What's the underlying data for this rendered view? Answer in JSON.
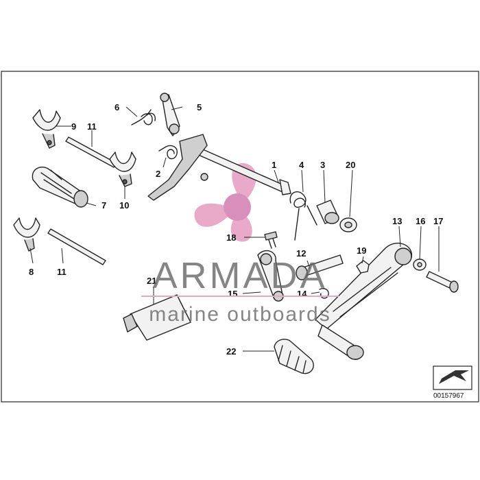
{
  "diagram": {
    "callouts": [
      "1",
      "2",
      "3",
      "4",
      "5",
      "6",
      "7",
      "8",
      "9",
      "10",
      "11",
      "11",
      "12",
      "13",
      "14",
      "15",
      "16",
      "17",
      "18",
      "19",
      "20",
      "21",
      "22"
    ],
    "drawing_number": "00157967"
  },
  "watermark": {
    "brand": "ARMADA",
    "tagline": "marine outboards",
    "logo_color": "#e8a6c8",
    "logo_center_color": "#d88ab8",
    "text_color": "#666666"
  }
}
